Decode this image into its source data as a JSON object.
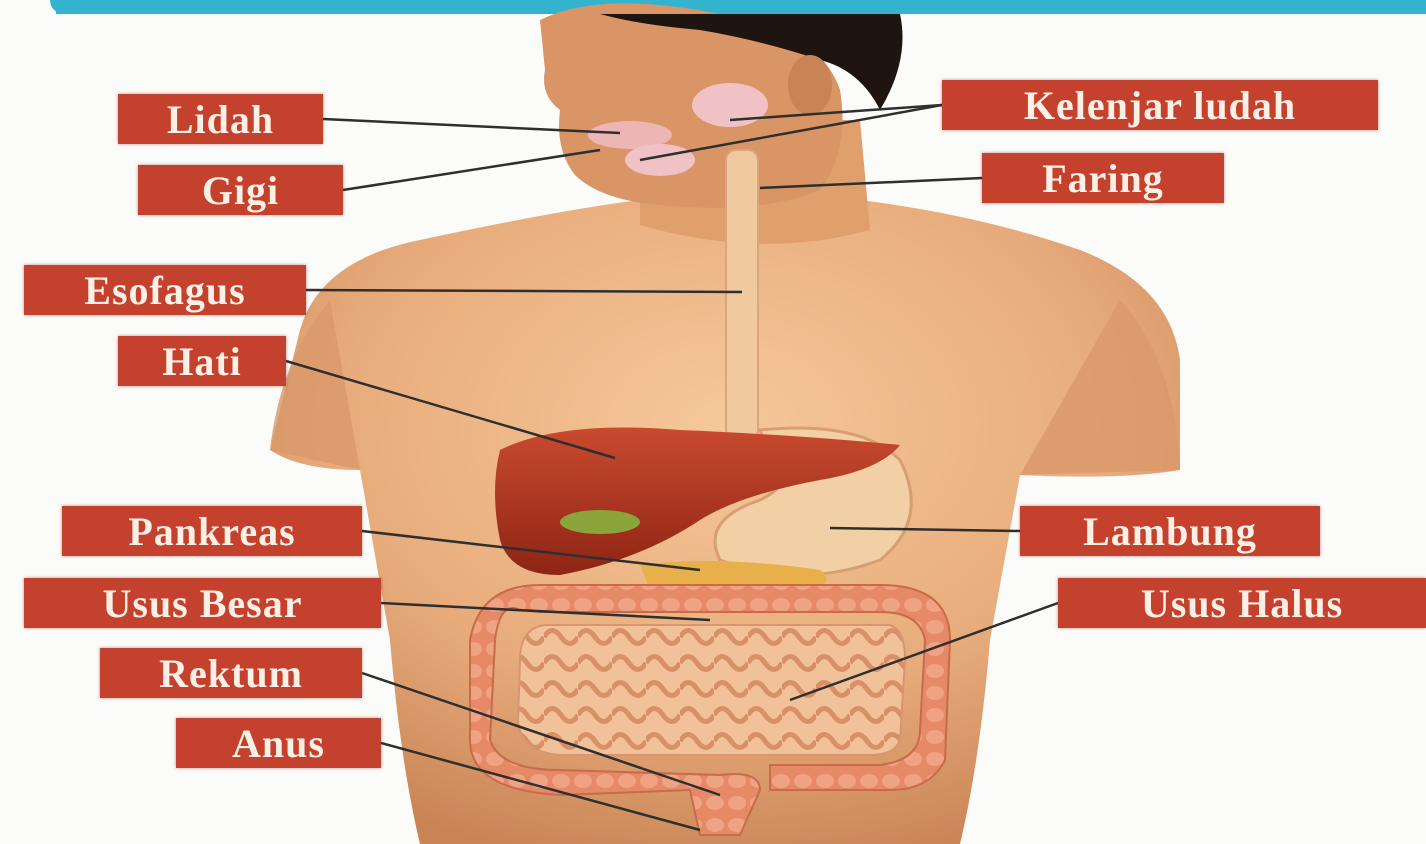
{
  "labels": {
    "lidah": "Lidah",
    "gigi": "Gigi",
    "esofagus": "Esofagus",
    "hati": "Hati",
    "pankreas": "Pankreas",
    "usus_besar": "Usus Besar",
    "rektum": "Rektum",
    "anus": "Anus",
    "kelenjar_ludah": "Kelenjar ludah",
    "faring": "Faring",
    "lambung": "Lambung",
    "usus_halus": "Usus Halus"
  },
  "colors": {
    "label_bg": "#c3412d",
    "label_text": "#fbefe6",
    "header_bar": "#34b3cf",
    "skin": "#e8b183",
    "liver": "#b3301f",
    "intestine": "#e78b6a",
    "leader_line": "#2f2f2f"
  }
}
